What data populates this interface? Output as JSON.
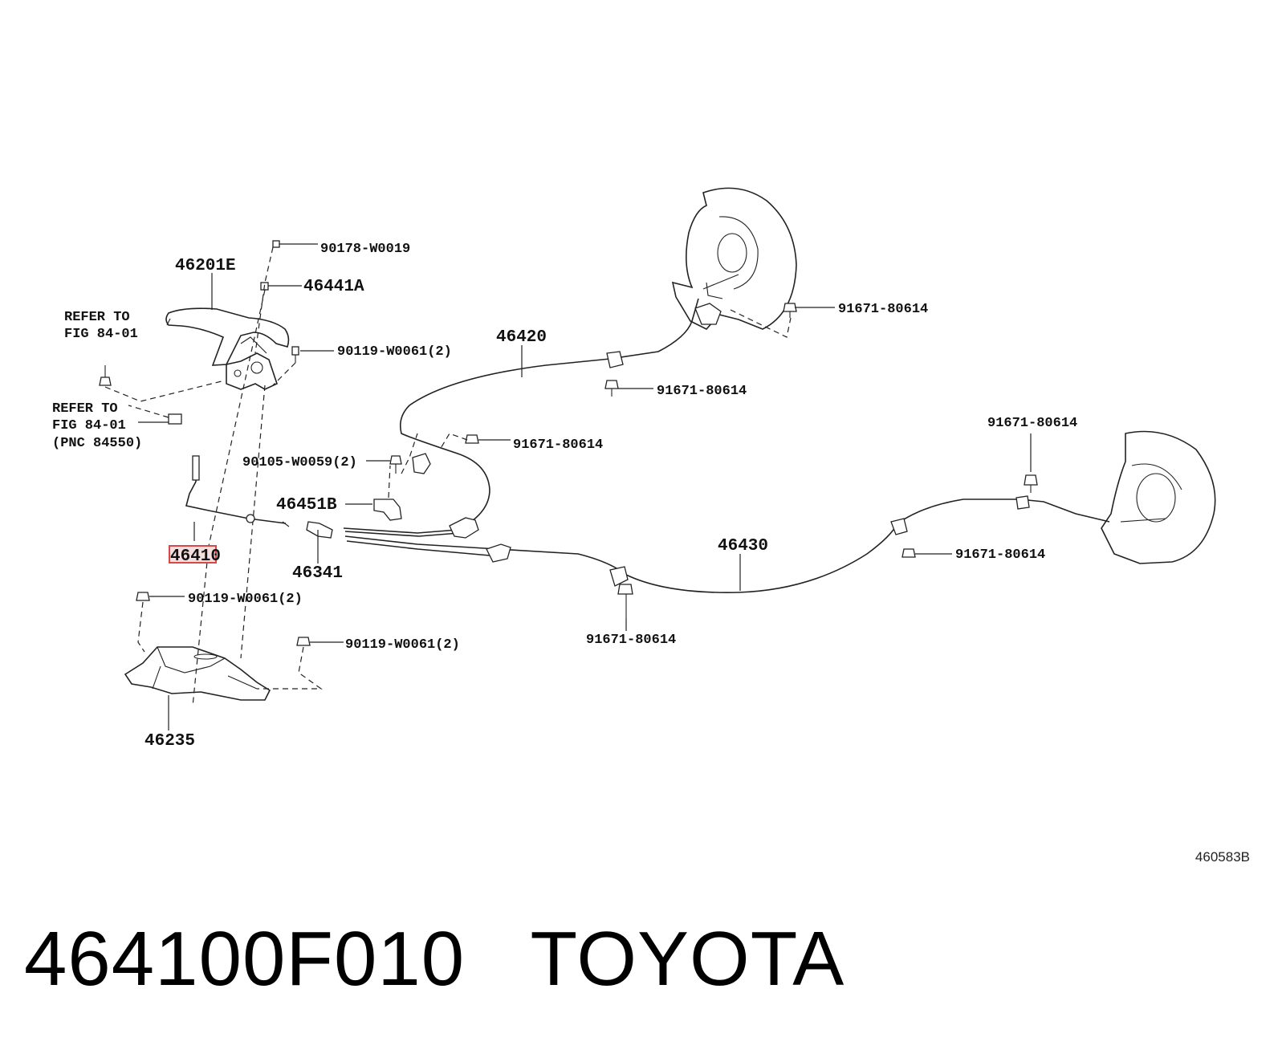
{
  "figure_code": "460583B",
  "footer": {
    "part_number": "464100F010",
    "brand": "TOYOTA"
  },
  "highlighted_part": "46410",
  "labels": {
    "p90178": "90178-W0019",
    "p46201e": "46201E",
    "p46441a": "46441A",
    "p90119_a": "90119-W0061(2)",
    "p46420": "46420",
    "p91671_a": "91671-80614",
    "p91671_b": "91671-80614",
    "p91671_c": "91671-80614",
    "p91671_d": "91671-80614",
    "p91671_e": "91671-80614",
    "p91671_f": "91671-80614",
    "p90105": "90105-W0059(2)",
    "p46451b": "46451B",
    "p46341": "46341",
    "p46430": "46430",
    "p90119_b": "90119-W0061(2)",
    "p90119_c": "90119-W0061(2)",
    "p46235": "46235"
  },
  "references": {
    "ref1_line1": "REFER TO",
    "ref1_line2": "FIG 84-01",
    "ref2_line1": "REFER TO",
    "ref2_line2": "FIG 84-01",
    "ref2_line3": "(PNC 84550)"
  }
}
